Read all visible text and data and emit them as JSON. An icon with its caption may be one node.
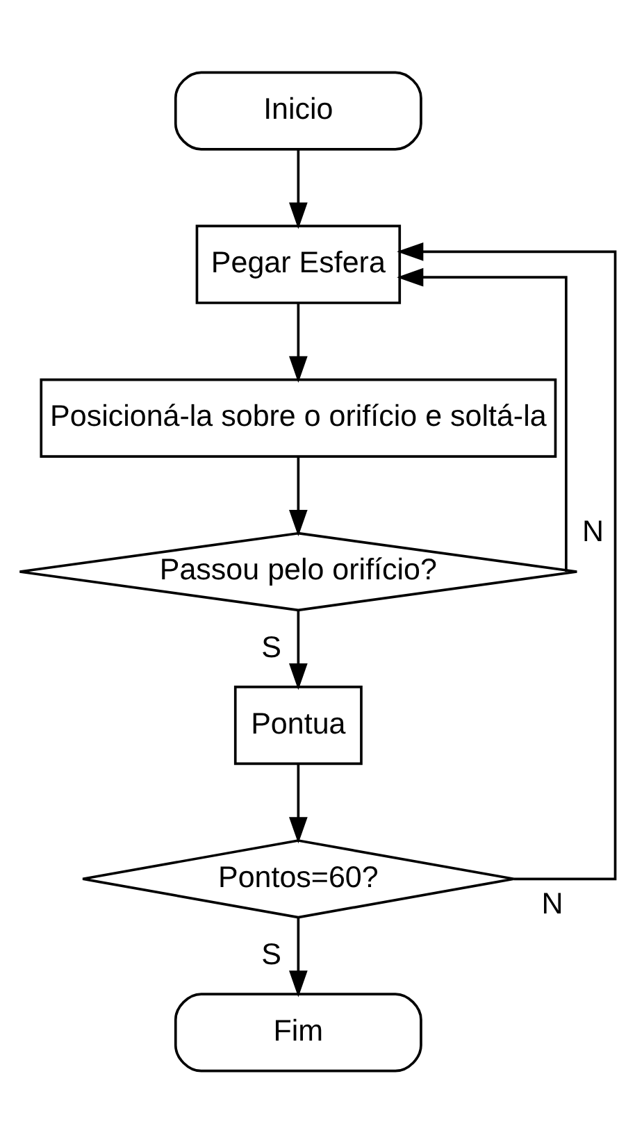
{
  "diagram": {
    "nodes": [
      {
        "text": [
          "Inicio"
        ]
      },
      {
        "text": [
          "Pegar Esfera"
        ]
      },
      {
        "text": [
          "Posicioná-la sobre o orifício e soltá-la"
        ]
      },
      {
        "text": [
          "Passou pelo orifício?"
        ]
      },
      {
        "text": [
          "Pontua"
        ]
      },
      {
        "text": [
          "Pontos=60?"
        ]
      },
      {
        "text": [
          "Fim"
        ]
      }
    ],
    "edges": [
      {
        "from": 0,
        "to": 1,
        "arrow": "to"
      },
      {
        "from": 1,
        "to": 2,
        "arrow": "to"
      },
      {
        "from": 2,
        "to": 3,
        "arrow": "to"
      },
      {
        "from": 3,
        "to": 4,
        "arrow": "to",
        "label": "S"
      },
      {
        "from": 3,
        "to": 1,
        "arrow": "to",
        "label": "N"
      },
      {
        "from": 4,
        "to": 5,
        "arrow": "to"
      },
      {
        "from": 5,
        "to": 6,
        "arrow": "to",
        "label": "S"
      },
      {
        "from": 5,
        "to": 1,
        "arrow": "to",
        "label": "N"
      }
    ]
  }
}
